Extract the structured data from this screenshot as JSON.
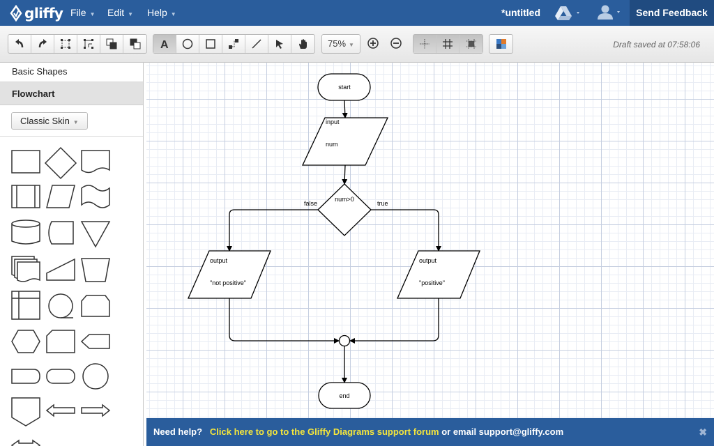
{
  "app": {
    "logo_text": "gliffy",
    "menus": [
      {
        "label": "File"
      },
      {
        "label": "Edit"
      },
      {
        "label": "Help"
      }
    ],
    "doc_title": "*untitled",
    "feedback_label": "Send Feedback",
    "colors": {
      "brand_blue": "#2a5d9c",
      "help_link": "#f5e63c"
    }
  },
  "toolbar": {
    "zoom_value": "75%",
    "draft_status": "Draft saved at 07:58:06",
    "buttons": {
      "undo": "undo-icon",
      "redo": "redo-icon",
      "group": "group-icon",
      "ungroup": "ungroup-icon",
      "bring_front": "bring-front-icon",
      "send_back": "send-back-icon",
      "text": "text-tool-icon",
      "ellipse": "ellipse-tool-icon",
      "rectangle": "rectangle-tool-icon",
      "connector": "connector-tool-icon",
      "line": "line-tool-icon",
      "pointer": "pointer-tool-icon",
      "pan": "pan-tool-icon",
      "zoom_in": "zoom-in-icon",
      "zoom_out": "zoom-out-icon",
      "guides": "guides-icon",
      "grid": "grid-icon",
      "snap": "snap-icon",
      "theme": "theme-palette-icon"
    }
  },
  "sidebar": {
    "sections": [
      {
        "label": "Basic Shapes",
        "active": false
      },
      {
        "label": "Flowchart",
        "active": true
      }
    ],
    "skin_label": "Classic Skin"
  },
  "diagram": {
    "start_label": "start",
    "input_title": "input",
    "input_value": "num",
    "decision_label": "num>0",
    "false_label": "false",
    "true_label": "true",
    "output_left_title": "output",
    "output_left_value": "\"not positive\"",
    "output_right_title": "output",
    "output_right_value": "\"positive\"",
    "end_label": "end"
  },
  "helpbar": {
    "prefix": "Need help?",
    "link_text": "Click here to go to the Gliffy Diagrams support forum",
    "suffix": "or email support@gliffy.com",
    "close_icon": "close-icon"
  }
}
